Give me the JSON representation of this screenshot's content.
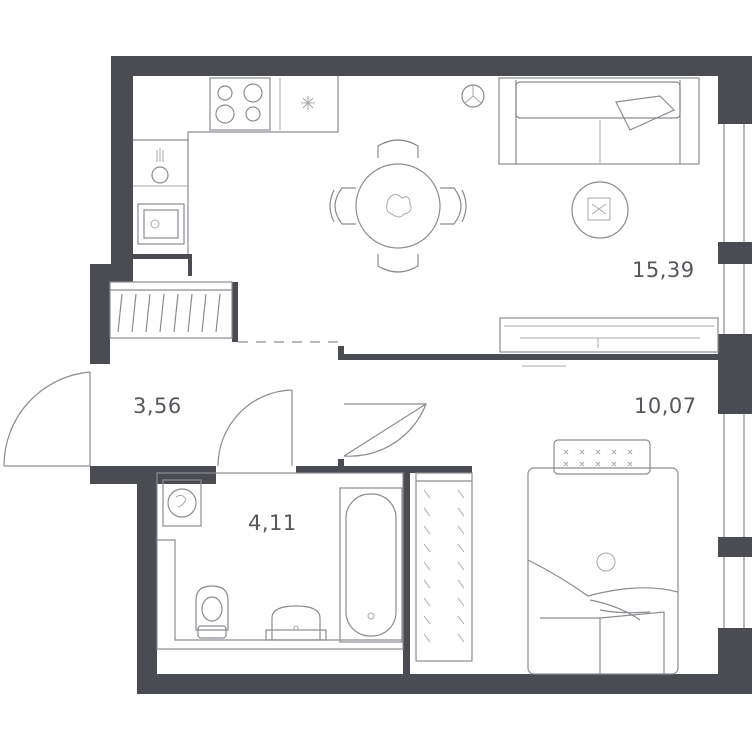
{
  "plan": {
    "rooms": [
      {
        "id": "living",
        "area": "15,39"
      },
      {
        "id": "bedroom",
        "area": "10,07"
      },
      {
        "id": "hall",
        "area": "3,56"
      },
      {
        "id": "bathroom",
        "area": "4,11"
      }
    ],
    "colors": {
      "wall": "#4b4c52",
      "line": "#8a8c91",
      "text": "#55575c"
    }
  }
}
